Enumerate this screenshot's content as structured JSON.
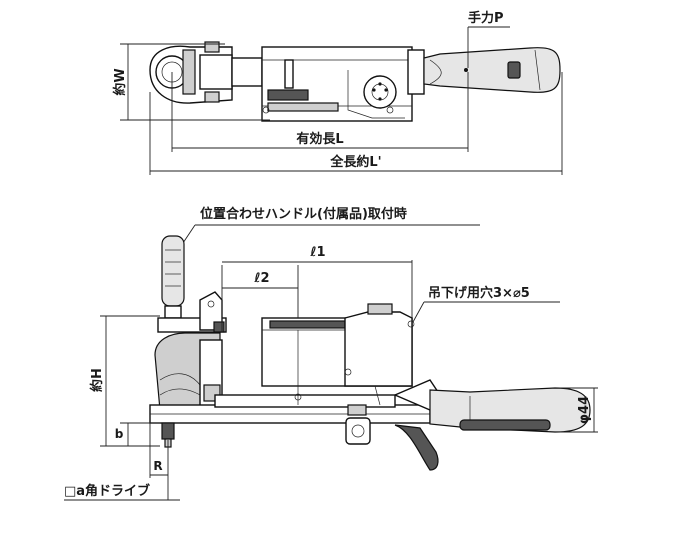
{
  "labels": {
    "handle_force": "手力P",
    "width": "約W",
    "effective_length": "有効長L",
    "overall_length": "全長約L'",
    "attach_note": "位置合わせハンドル(付属品)取付時",
    "l1": "ℓ1",
    "l2": "ℓ2",
    "hanging_hole": "吊下げ用穴3×⌀5",
    "height": "約H",
    "b": "b",
    "r": "R",
    "square_drive": "□a角ドライブ",
    "grip_diameter": "φ44"
  },
  "colors": {
    "line": "#111111",
    "fill_light": "#cfcfcf",
    "fill_dark": "#555555"
  }
}
